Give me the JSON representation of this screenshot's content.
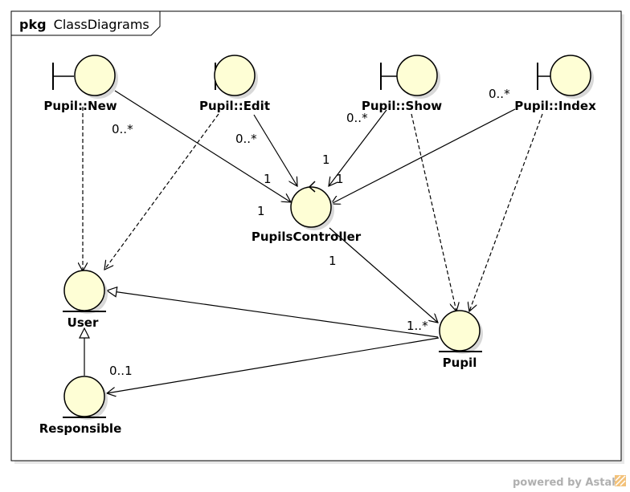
{
  "package": {
    "keyword": "pkg",
    "name": "ClassDiagrams"
  },
  "elements": {
    "pupil_new": "Pupil::New",
    "pupil_edit": "Pupil::Edit",
    "pupil_show": "Pupil::Show",
    "pupil_index": "Pupil::Index",
    "pupils_controller": "PupilsController",
    "user": "User",
    "pupil": "Pupil",
    "responsible": "Responsible"
  },
  "multiplicities": {
    "new_src": "0..*",
    "new_dst": "1",
    "edit_src": "0..*",
    "show_src": "0..*",
    "show_dst": "1",
    "index_src": "0..*",
    "index_dst": "1",
    "controller_src_new": "1",
    "controller_to_pupil": "1",
    "pupil_dst": "1..*",
    "responsible_dst": "0..1"
  },
  "watermark": "powered by Astah",
  "colors": {
    "fill": "#fefed5",
    "stroke": "#000000",
    "shadow": "#d8d8d8"
  }
}
